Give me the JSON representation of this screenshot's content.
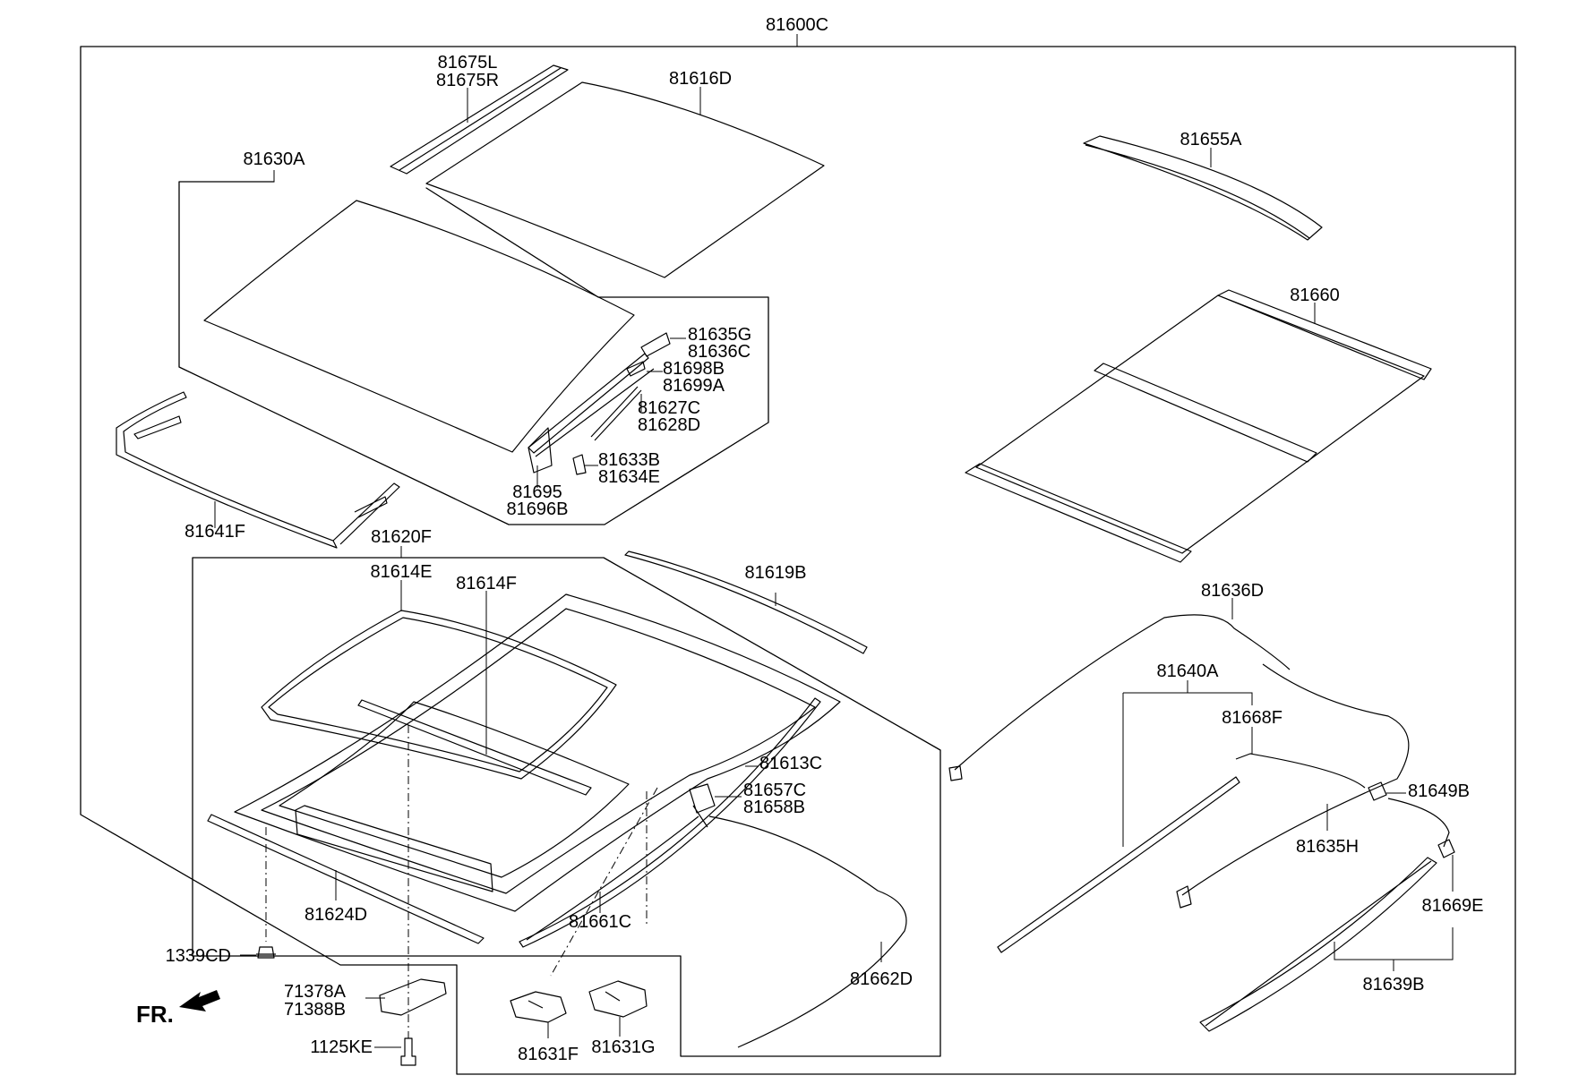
{
  "diagram": {
    "assembly_label": "81600C",
    "direction_label": "FR.",
    "parts": {
      "p81675L": "81675L",
      "p81675R": "81675R",
      "p81616D": "81616D",
      "p81630A": "81630A",
      "p81655A": "81655A",
      "p81660": "81660",
      "p81635G": "81635G",
      "p81636C": "81636C",
      "p81698B": "81698B",
      "p81699A": "81699A",
      "p81627C": "81627C",
      "p81628D": "81628D",
      "p81633B": "81633B",
      "p81634E": "81634E",
      "p81695": "81695",
      "p81696B": "81696B",
      "p81641F": "81641F",
      "p81620F": "81620F",
      "p81614E": "81614E",
      "p81614F": "81614F",
      "p81619B": "81619B",
      "p81636D": "81636D",
      "p81640A": "81640A",
      "p81668F": "81668F",
      "p81613C": "81613C",
      "p81657C": "81657C",
      "p81658B": "81658B",
      "p81649B": "81649B",
      "p81635H": "81635H",
      "p81624D": "81624D",
      "p81661C": "81661C",
      "p81669E": "81669E",
      "p1339CD": "1339CD",
      "p81662D": "81662D",
      "p81639B": "81639B",
      "p71378A": "71378A",
      "p71388B": "71388B",
      "p1125KE": "1125KE",
      "p81631F": "81631F",
      "p81631G": "81631G"
    }
  }
}
